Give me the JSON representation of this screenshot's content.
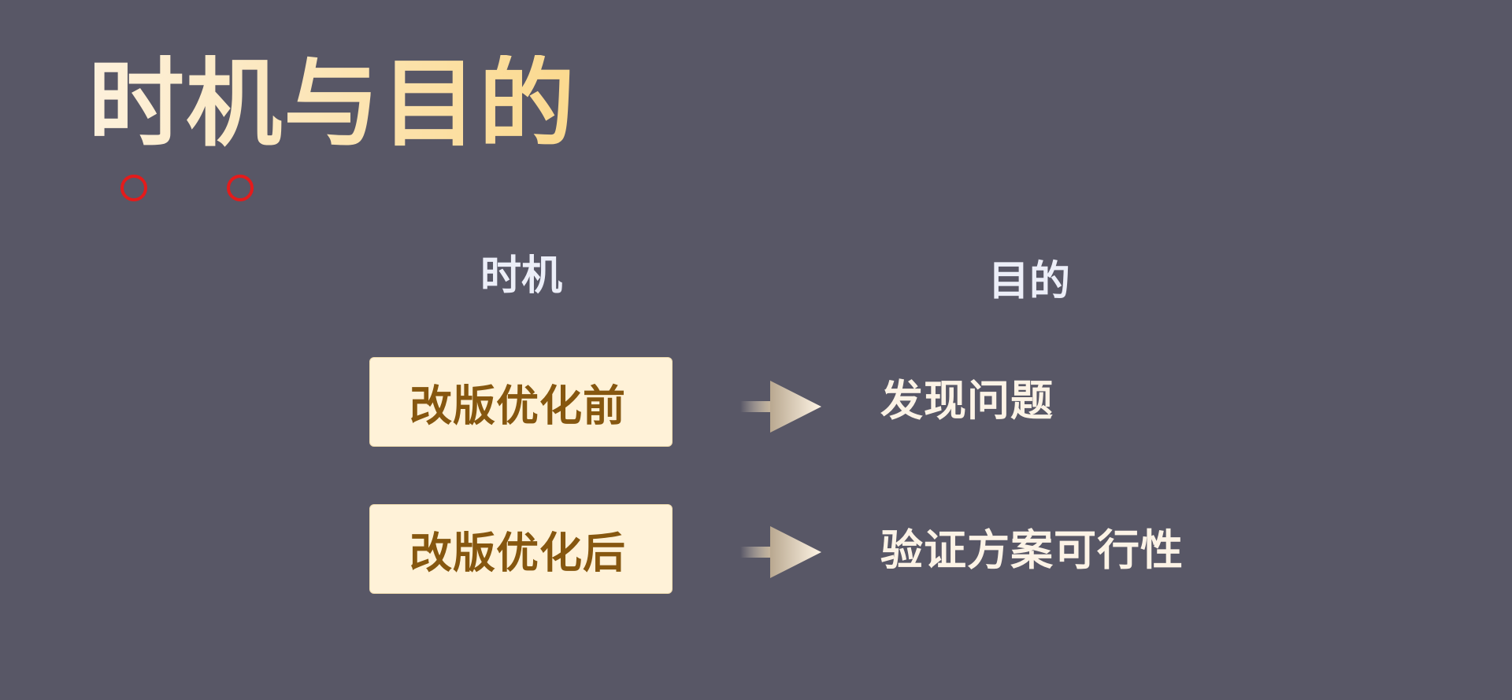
{
  "title": "时机与目的",
  "columns": {
    "timing_header": "时机",
    "purpose_header": "目的"
  },
  "rows": [
    {
      "timing": "改版优化前",
      "purpose": "发现问题"
    },
    {
      "timing": "改版优化后",
      "purpose": "验证方案可行性"
    }
  ],
  "colors": {
    "background": "#585766",
    "title_gradient_start": "#fdf1dc",
    "title_gradient_end": "#fbd98e",
    "box_fill": "#fff2d8",
    "box_text": "#86570f",
    "marker_circles": "#e41b1b",
    "result_text": "#fcf3e6",
    "header_text": "#eceef8"
  },
  "icons": {
    "arrow": "right-arrow-icon",
    "markers": "circle-marker-icon"
  }
}
